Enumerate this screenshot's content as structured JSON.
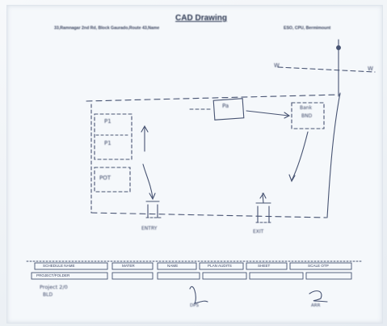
{
  "drawing": {
    "title": "CAD Drawing",
    "subtitle": "33,Ramnagar 2nd Rd, Block Gaurado,Route 43,Name",
    "subtitle_right": "ESO, CPU, Bermimount",
    "markers": {
      "w_left": "W",
      "w_right": "W"
    },
    "boxes": {
      "box_pa": "Pa",
      "bank_label": "Bank",
      "bank_sub": "BND",
      "p1": "P1",
      "p2": "P1",
      "pot": "POT"
    },
    "labels": {
      "entry": "ENTRY",
      "exit": "EXIT",
      "project": "Project 2/0",
      "project_sub": "BLD",
      "sig_middle": "DPS",
      "sig_right": "ARR"
    }
  },
  "title_block": {
    "row1": [
      "SCHEDULE NAME",
      "MATER",
      "NAME",
      "PLAN AUDITS",
      "SHEET",
      "SCALE OTP"
    ],
    "row2": [
      "PROJECT/FOLDER",
      "",
      "",
      "",
      "",
      ""
    ]
  }
}
